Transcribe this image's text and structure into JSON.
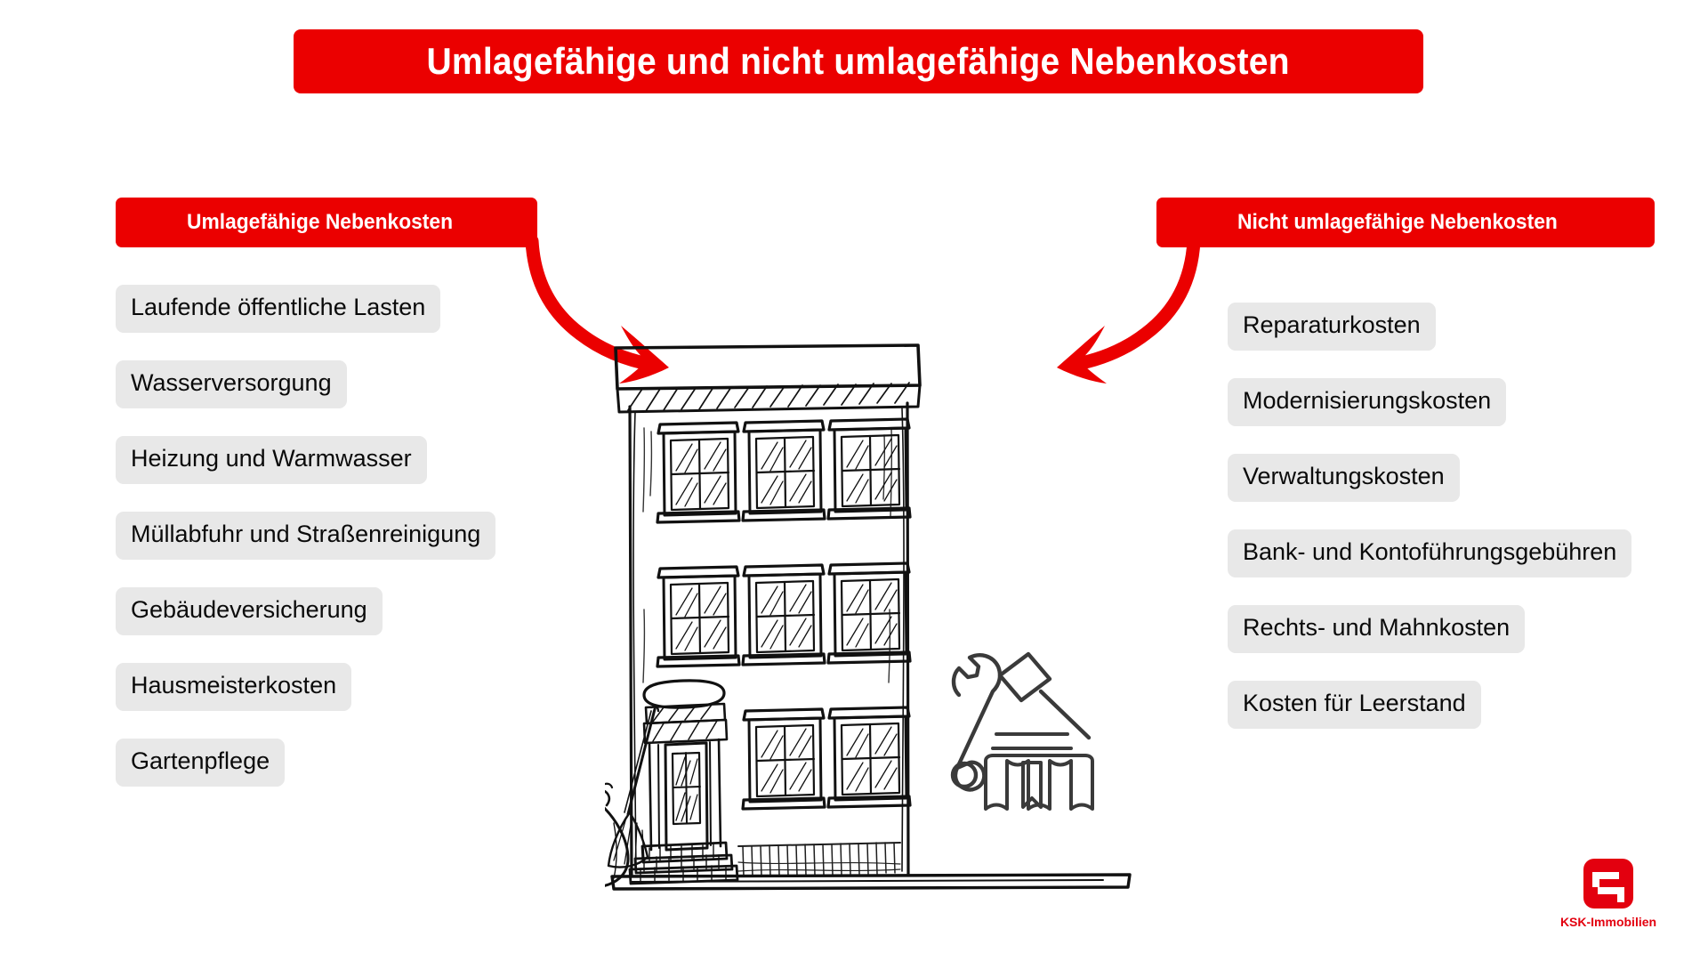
{
  "page": {
    "title": "Umlagefähige und nicht umlagefähige Nebenkosten",
    "background_color": "#FFFFFF",
    "accent_color": "#EB0000",
    "pill_color": "#E8E8E8"
  },
  "left_column": {
    "header": "Umlagefähige Nebenkosten",
    "items": [
      "Laufende öffentliche Lasten",
      "Wasserversorgung",
      "Heizung und Warmwasser",
      "Müllabfuhr und Straßenreinigung",
      "Gebäudeversicherung",
      "Hausmeisterkosten",
      "Gartenpflege"
    ]
  },
  "right_column": {
    "header": "Nicht umlagefähige Nebenkosten",
    "items": [
      "Reparaturkosten",
      "Modernisierungskosten",
      "Verwaltungskosten",
      "Bank- und Kontoführungsgebühren",
      "Rechts- und Mahnkosten",
      "Kosten für Leerstand"
    ]
  },
  "illustration": {
    "name": "hand-drawn-townhouse",
    "floors": 3,
    "props": [
      "garbage-bag-with-broom",
      "wrench-gavel-book"
    ]
  },
  "logo": {
    "name": "ksk-immobilien-logo",
    "text": "KSK-Immobilien",
    "color": "#E3000F"
  }
}
